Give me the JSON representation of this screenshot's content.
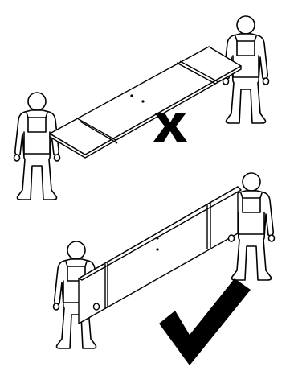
{
  "colors": {
    "line": "#000000",
    "fill": "#ffffff",
    "mark": "#000000"
  },
  "panels": [
    {
      "panel": "top",
      "carry_orientation": "flat",
      "verdict_icon": "cross-icon",
      "verdict": "incorrect"
    },
    {
      "panel": "bottom",
      "carry_orientation": "on-edge",
      "verdict_icon": "checkmark-icon",
      "verdict": "correct"
    }
  ]
}
